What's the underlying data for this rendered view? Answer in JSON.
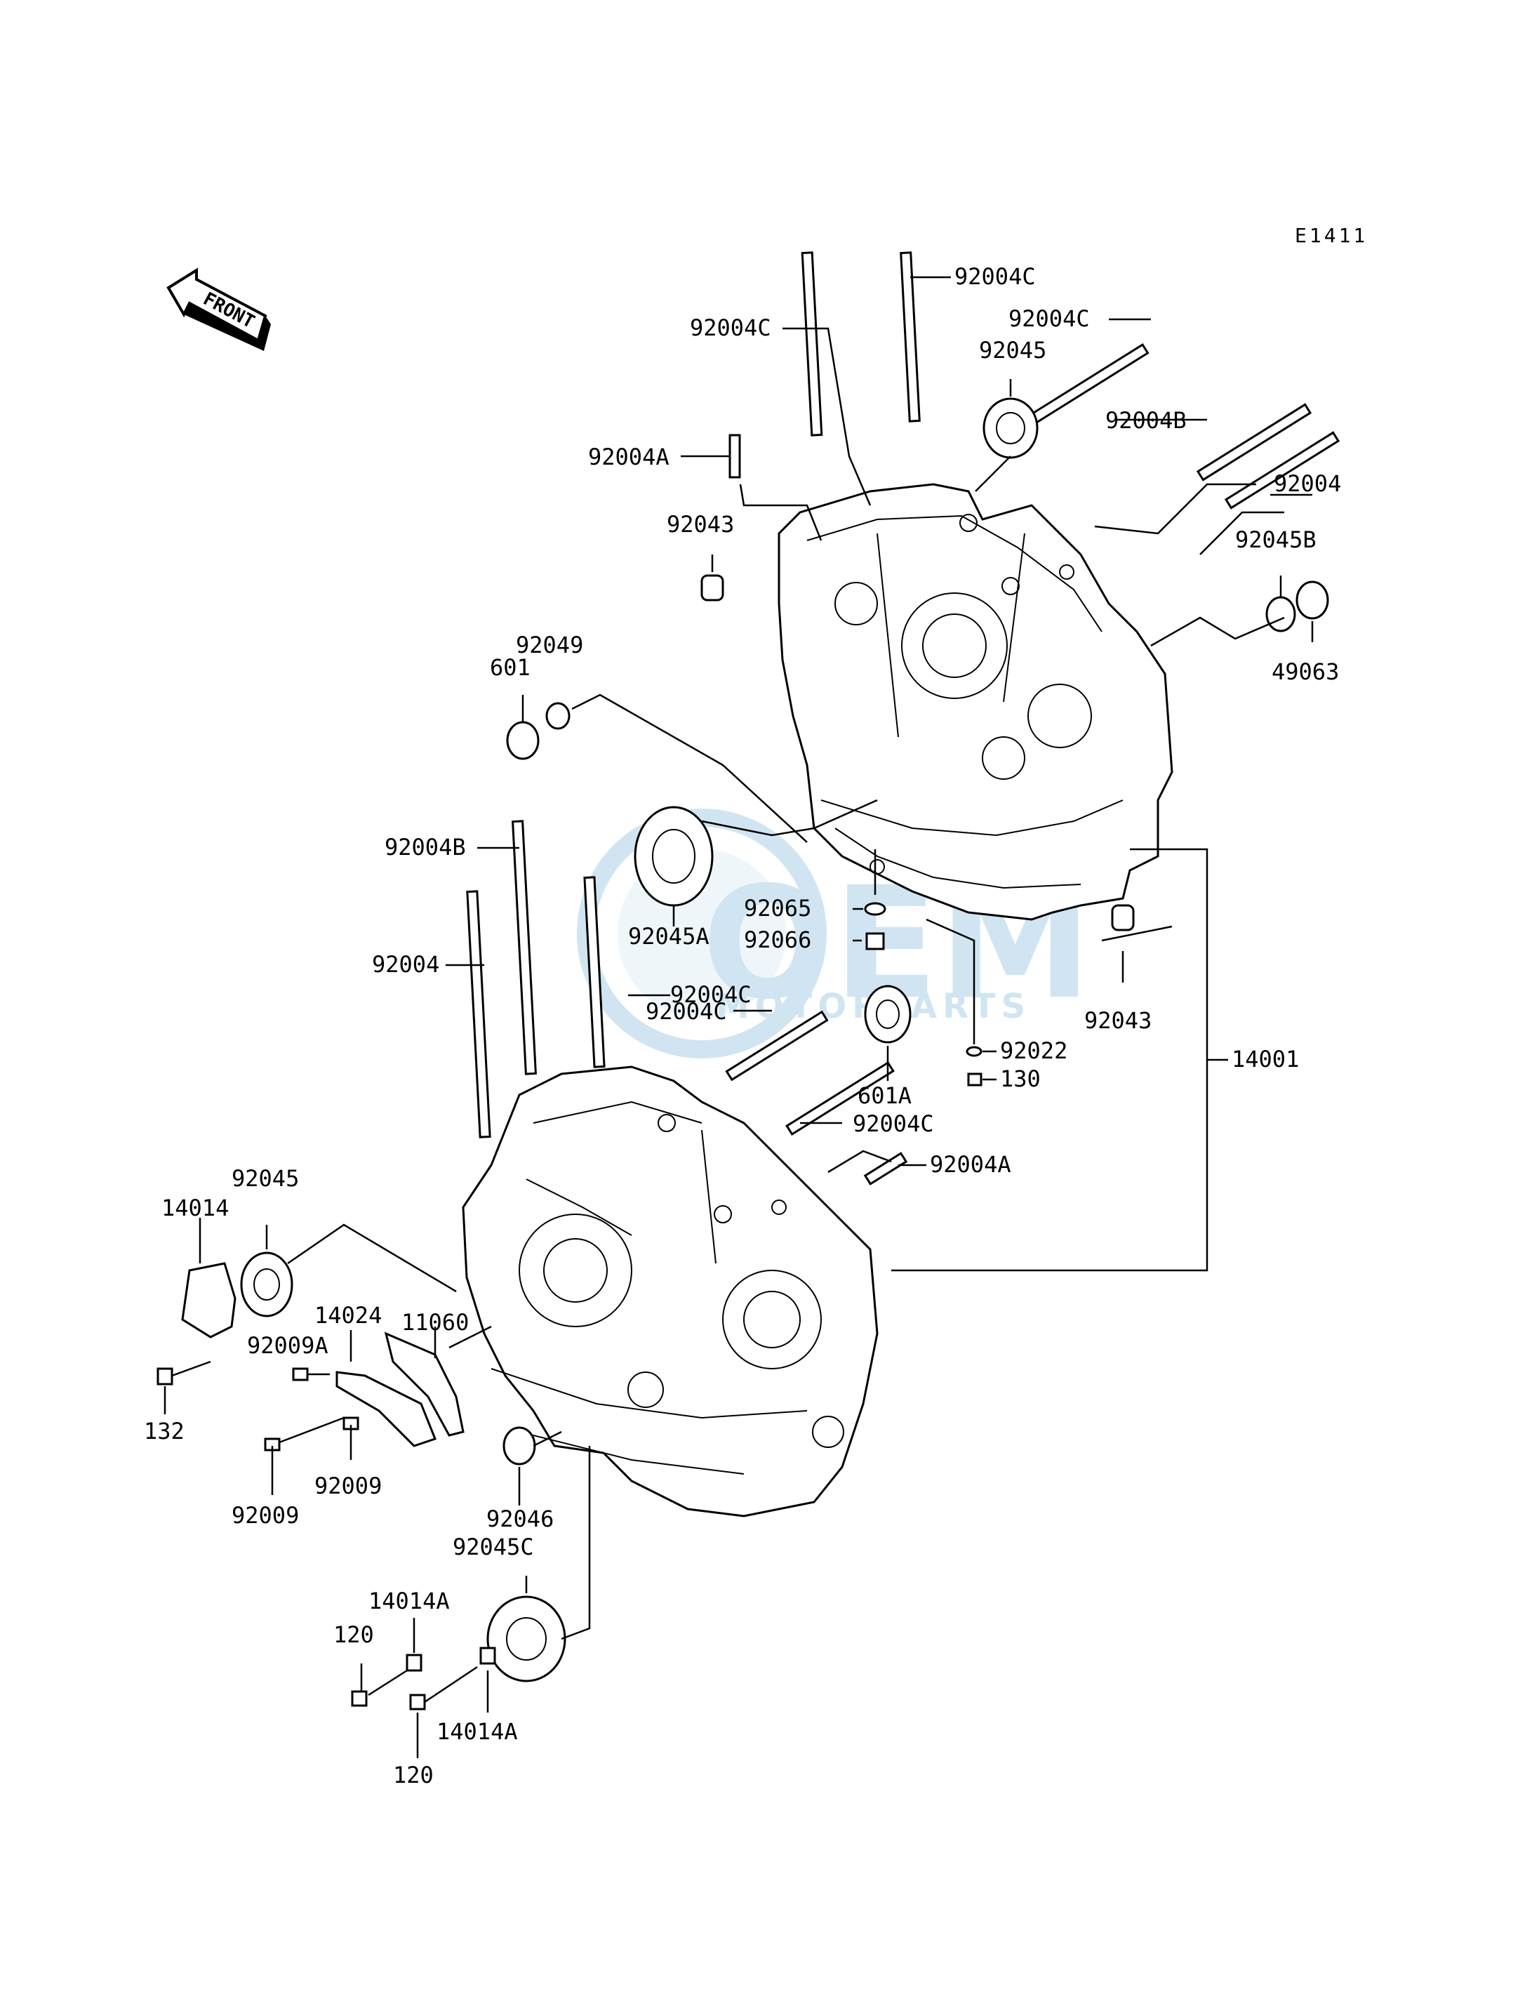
{
  "diagram": {
    "code": "E1411",
    "front_label": "FRONT",
    "watermark": {
      "brand": "OEM",
      "sub": "MOTORPARTS",
      "color": "#5aa6cf"
    },
    "labels": {
      "l_92004C_a": "92004C",
      "l_92004C_b": "92004C",
      "l_92004C_c": "92004C",
      "l_92045_top": "92045",
      "l_92004B_top": "92004B",
      "l_92004_top": "92004",
      "l_92004A_top": "92004A",
      "l_92043_top": "92043",
      "l_92045B": "92045B",
      "l_49063": "49063",
      "l_92049": "92049",
      "l_601": "601",
      "l_92004B_mid": "92004B",
      "l_92004_mid": "92004",
      "l_92045A": "92045A",
      "l_92065": "92065",
      "l_92066": "92066",
      "l_92004C_d": "92004C",
      "l_92004C_e": "92004C",
      "l_92043_mid": "92043",
      "l_92022": "92022",
      "l_130": "130",
      "l_601A": "601A",
      "l_92004C_f": "92004C",
      "l_92004A_mid": "92004A",
      "l_14001": "14001",
      "l_92045_low": "92045",
      "l_14014": "14014",
      "l_14024": "14024",
      "l_11060": "11060",
      "l_92009A": "92009A",
      "l_132": "132",
      "l_92009_a": "92009",
      "l_92009_b": "92009",
      "l_92046": "92046",
      "l_92045C": "92045C",
      "l_14014A_a": "14014A",
      "l_14014A_b": "14014A",
      "l_120_a": "120",
      "l_120_b": "120"
    }
  }
}
